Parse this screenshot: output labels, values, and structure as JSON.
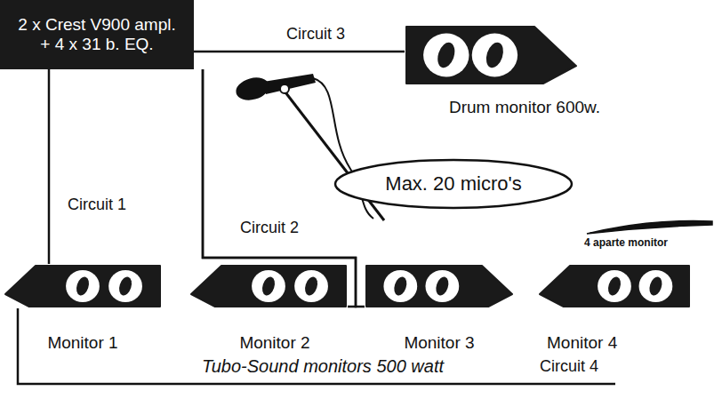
{
  "diagram": {
    "nodes": [
      {
        "text": [
          "2 x Crest V900 ampl. + 4 x 31 b. EQ."
        ]
      },
      {
        "text": [
          "Drum monitor 600w."
        ]
      },
      {
        "text": [
          "Max. 20 micro's"
        ]
      },
      {
        "text": [
          "Monitor 1"
        ]
      },
      {
        "text": [
          "Monitor 2"
        ]
      },
      {
        "text": [
          "Monitor 3"
        ]
      },
      {
        "text": [
          "Monitor 4"
        ]
      }
    ],
    "edges": [
      {
        "from": 0,
        "to": 1,
        "arrow": "none",
        "label": "Circuit 3"
      },
      {
        "from": 0,
        "to": 3,
        "arrow": "none",
        "label": "Circuit 1"
      },
      {
        "from": 0,
        "to": 4,
        "arrow": "none",
        "label": "Circuit 2"
      },
      {
        "from": 0,
        "to": 5,
        "arrow": "none"
      }
    ],
    "labels": [
      "4 aparte monitor",
      "Tubo-Sound monitors 500 watt",
      "Circuit 4"
    ]
  }
}
